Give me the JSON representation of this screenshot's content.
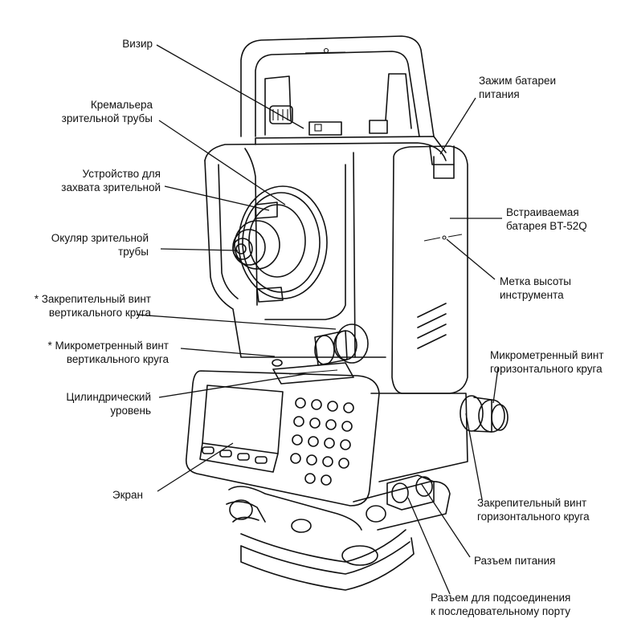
{
  "labels": {
    "vizir": [
      "Визир"
    ],
    "kremalyera": [
      "Кремальера",
      "зрительной трубы"
    ],
    "zahvat": [
      "Устройство для",
      "захвата зрительной"
    ],
    "okulyar": [
      "Окуляр зрительной",
      "трубы"
    ],
    "zakrep_vert": [
      "* Закрепительный винт",
      "вертикального круга"
    ],
    "mikro_vert": [
      "* Микрометренный винт",
      "вертикального круга"
    ],
    "uroven": [
      "Цилиндрический",
      "уровень"
    ],
    "ekran": [
      "Экран"
    ],
    "zazhim": [
      "Зажим батареи",
      "питания"
    ],
    "batareya": [
      "Встраиваемая",
      "батарея BT-52Q"
    ],
    "metka": [
      "Метка высоты",
      "инструмента"
    ],
    "mikro_hor": [
      "Микрометренный винт",
      "горизонтального круга"
    ],
    "zakrep_hor": [
      "Закрепительный винт",
      "горизонтального круга"
    ],
    "razem_pit": [
      "Разъем питания"
    ],
    "razem_port": [
      "Разъем для подсоединения",
      "к последовательному порту"
    ]
  }
}
